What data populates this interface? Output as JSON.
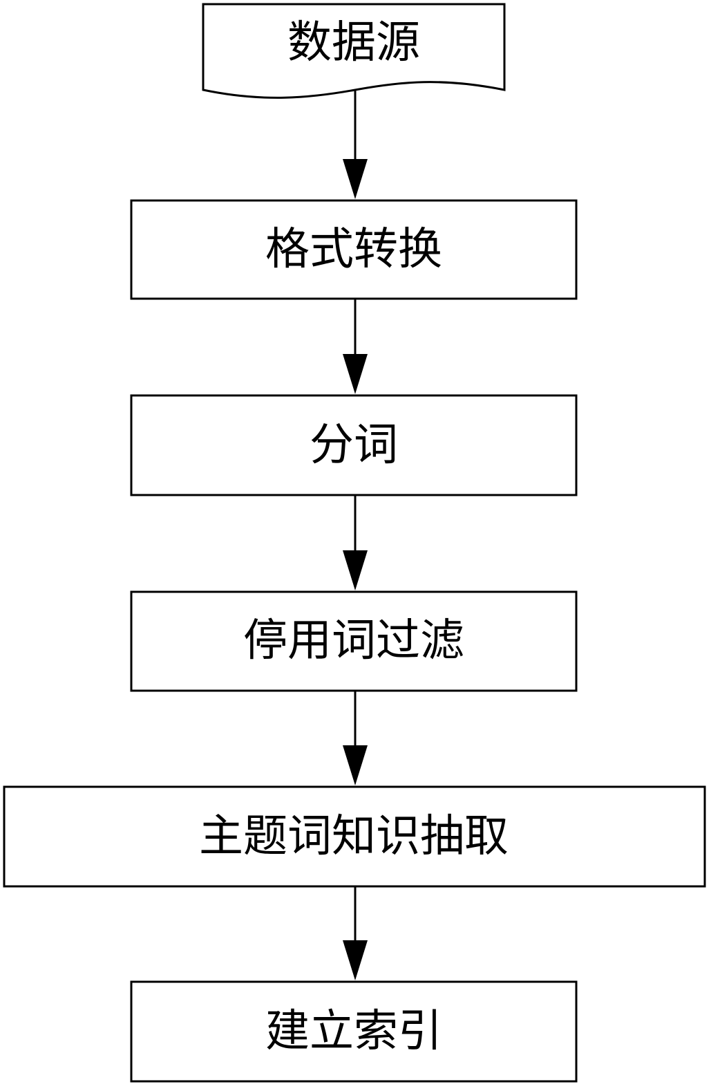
{
  "flowchart": {
    "nodes": [
      {
        "id": "source",
        "label": "数据源",
        "shape": "document"
      },
      {
        "id": "convert",
        "label": "格式转换",
        "shape": "process"
      },
      {
        "id": "segment",
        "label": "分词",
        "shape": "process"
      },
      {
        "id": "stopword",
        "label": "停用词过滤",
        "shape": "process"
      },
      {
        "id": "extract",
        "label": "主题词知识抽取",
        "shape": "process"
      },
      {
        "id": "index",
        "label": "建立索引",
        "shape": "process"
      }
    ],
    "edges": [
      {
        "from": "source",
        "to": "convert"
      },
      {
        "from": "convert",
        "to": "segment"
      },
      {
        "from": "segment",
        "to": "stopword"
      },
      {
        "from": "stopword",
        "to": "extract"
      },
      {
        "from": "extract",
        "to": "index"
      }
    ],
    "colors": {
      "stroke": "#000000",
      "fill": "#ffffff",
      "text": "#000000"
    }
  }
}
